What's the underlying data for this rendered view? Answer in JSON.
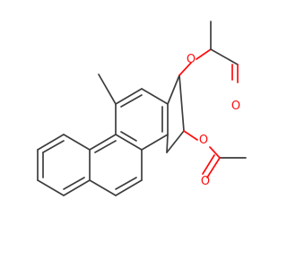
{
  "molecule": {
    "atom_labels": {
      "o1": "O",
      "o2": "O",
      "o3": "O",
      "o4": "O"
    },
    "colors": {
      "carbon_bond": "#3d3d3d",
      "oxygen": "#ff0d0d",
      "background": "#ffffff"
    }
  }
}
